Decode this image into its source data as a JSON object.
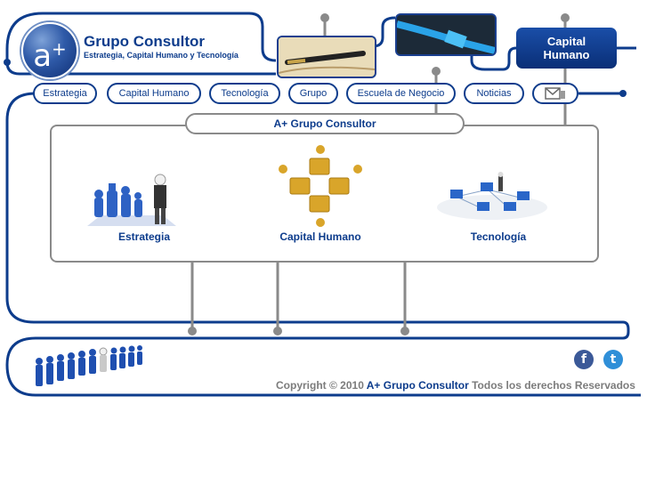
{
  "header": {
    "logo_text": "a",
    "logo_plus": "+",
    "brand": "Grupo Consultor",
    "tagline": "Estrategia, Capital Humano y Tecnología",
    "feature_button": [
      "Capital",
      "Humano"
    ]
  },
  "nav": {
    "items": [
      "Estrategia",
      "Capital Humano",
      "Tecnología",
      "Grupo",
      "Escuela de Negocio",
      "Noticias"
    ],
    "mail_icon": "mail-icon"
  },
  "panel": {
    "title": "A+ Grupo Consultor",
    "categories": [
      "Estrategia",
      "Capital Humano",
      "Tecnología"
    ]
  },
  "footer": {
    "copyright_prefix": "Copyright © 2010 ",
    "company": "A+ Grupo Consultor",
    "copyright_suffix": " Todos los derechos Reservados",
    "social": {
      "facebook": "f",
      "twitter": "t"
    }
  },
  "colors": {
    "brand_blue": "#0d3c8c",
    "frame_gray": "#8a8a8a",
    "facebook": "#3b5998",
    "twitter": "#2f8fd8"
  }
}
